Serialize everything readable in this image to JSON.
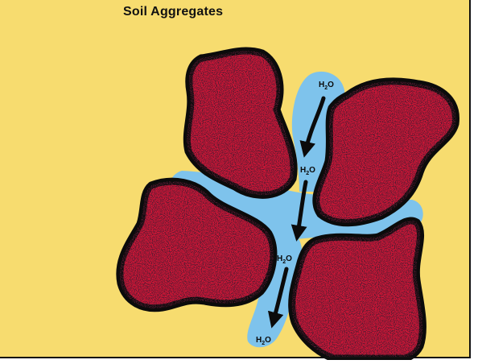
{
  "title": "Soil Aggregates",
  "water_labels": [
    {
      "main": "H",
      "sub": "2",
      "tail": "O"
    },
    {
      "main": "H",
      "sub": "2",
      "tail": "O"
    },
    {
      "main": "H",
      "sub": "2",
      "tail": "O"
    },
    {
      "main": "H",
      "sub": "2",
      "tail": "O"
    }
  ],
  "colors": {
    "background": "#f7dc6f",
    "aggregate": "#cc1636",
    "aggregate_speckle": "#160208",
    "outline": "#0b0b0b",
    "water": "#7ec3ec",
    "arrow": "#0b0b0b",
    "label": "#0b0b0b"
  }
}
